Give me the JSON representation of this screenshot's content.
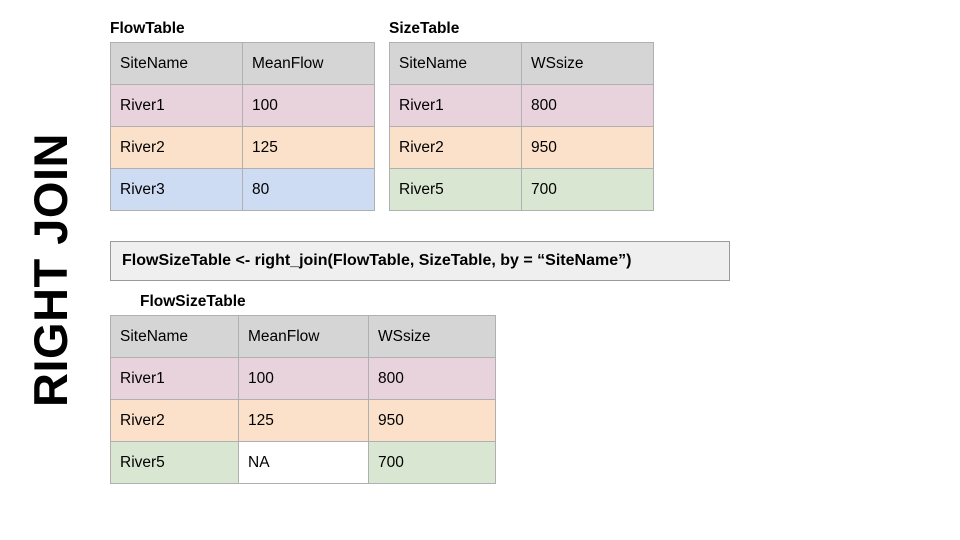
{
  "diagram": {
    "side_label": "RIGHT JOIN"
  },
  "flow_table": {
    "title": "FlowTable",
    "columns": [
      "SiteName",
      "MeanFlow"
    ],
    "rows": [
      {
        "SiteName": "River1",
        "MeanFlow": "100",
        "color": "pink"
      },
      {
        "SiteName": "River2",
        "MeanFlow": "125",
        "color": "peach"
      },
      {
        "SiteName": "River3",
        "MeanFlow": "80",
        "color": "blue"
      }
    ]
  },
  "size_table": {
    "title": "SizeTable",
    "columns": [
      "SiteName",
      "WSsize"
    ],
    "rows": [
      {
        "SiteName": "River1",
        "WSsize": "800",
        "color": "pink"
      },
      {
        "SiteName": "River2",
        "WSsize": "950",
        "color": "peach"
      },
      {
        "SiteName": "River5",
        "WSsize": "700",
        "color": "green"
      }
    ]
  },
  "code": {
    "text": "FlowSizeTable <- right_join(FlowTable, SizeTable, by = “SiteName”)"
  },
  "result_table": {
    "title": "FlowSizeTable",
    "columns": [
      "SiteName",
      "MeanFlow",
      "WSsize"
    ],
    "rows": [
      {
        "SiteName": "River1",
        "MeanFlow": "100",
        "WSsize": "800",
        "color": "pink"
      },
      {
        "SiteName": "River2",
        "MeanFlow": "125",
        "WSsize": "950",
        "color": "peach"
      },
      {
        "SiteName": "River5",
        "MeanFlow": "NA",
        "WSsize": "700",
        "color": "green"
      }
    ]
  },
  "palette": {
    "header": "#d5d5d5",
    "pink": "#e8d3dd",
    "peach": "#fbe1c9",
    "blue": "#cddcf3",
    "green": "#d9e7d2",
    "na_cell": "#ffffff",
    "code_box": "#efefef"
  }
}
